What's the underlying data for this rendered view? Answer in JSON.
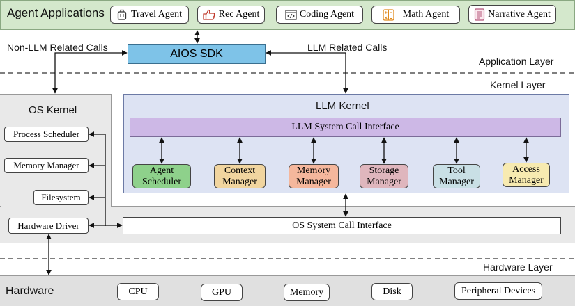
{
  "agent_applications": {
    "title": "Agent Applications",
    "agents": [
      {
        "label": "Travel Agent",
        "icon": "luggage-icon"
      },
      {
        "label": "Rec Agent",
        "icon": "thumbs-up-icon"
      },
      {
        "label": "Coding Agent",
        "icon": "code-window-icon"
      },
      {
        "label": "Math Agent",
        "icon": "calculator-icon"
      },
      {
        "label": "Narrative Agent",
        "icon": "document-icon"
      }
    ]
  },
  "sdk": {
    "label": "AIOS SDK"
  },
  "calls": {
    "non_llm": "Non-LLM Related Calls",
    "llm": "LLM Related Calls"
  },
  "layers": {
    "application": "Application Layer",
    "kernel": "Kernel Layer",
    "hardware": "Hardware Layer"
  },
  "os_kernel": {
    "title": "OS Kernel",
    "components": [
      "Process Scheduler",
      "Memory Manager",
      "Filesystem",
      "Hardware Driver"
    ]
  },
  "llm_kernel": {
    "title": "LLM Kernel",
    "syscall_interface": "LLM System Call Interface",
    "modules": [
      {
        "line1": "Agent",
        "line2": "Scheduler"
      },
      {
        "line1": "Context",
        "line2": "Manager"
      },
      {
        "line1": "Memory",
        "line2": "Manager"
      },
      {
        "line1": "Storage",
        "line2": "Manager"
      },
      {
        "line1": "Tool",
        "line2": "Manager"
      },
      {
        "line1": "Access",
        "line2": "Manager"
      }
    ]
  },
  "os_syscall_interface": "OS System Call Interface",
  "hardware": {
    "title": "Hardware",
    "devices": [
      "CPU",
      "GPU",
      "Memory",
      "Disk",
      "Peripheral Devices"
    ]
  },
  "colors": {
    "app_band": "#d4e8cc",
    "sdk": "#7ec3e8",
    "kernel_bg": "#e9e9e9",
    "llm_kernel_bg": "#dde3f3",
    "syscall_bar": "#cdb8e6",
    "hardware_band": "#e0e0e0",
    "modules": [
      "#8ed18b",
      "#f1d59f",
      "#f5b79c",
      "#dfb6bd",
      "#c9dfe5",
      "#f7eab0"
    ]
  }
}
